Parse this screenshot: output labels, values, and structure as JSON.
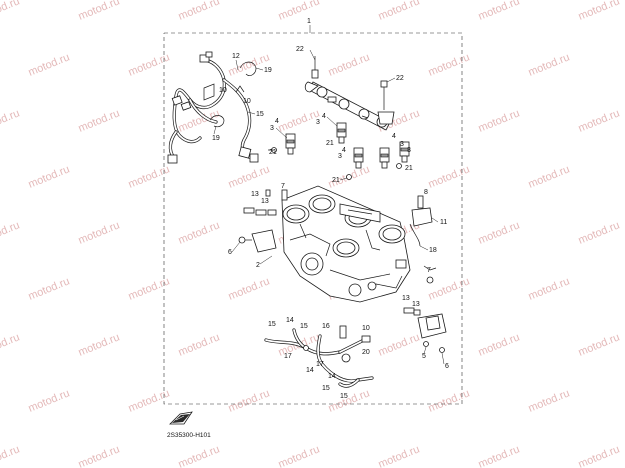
{
  "watermark": {
    "text": "motod.ru",
    "color": "#e4b9b9"
  },
  "diagram_code": "2S35300-H101",
  "labels": {
    "assembly": "1",
    "throttle_body": "2",
    "injector_a": "3",
    "oring_a": "4",
    "sensor_bracket": "5",
    "screw_6a": "6",
    "screw_6b": "6",
    "clip_7a": "7",
    "clip_7b": "7",
    "bolt_8": "8",
    "sensor_10a": "10",
    "sensor_10b": "10",
    "sensor_11": "11",
    "screw_12": "12",
    "screw_13a": "13",
    "screw_13b": "13",
    "hose_14a": "14",
    "hose_14b": "14",
    "hose_14c": "14",
    "hose_15a": "15",
    "hose_15b": "15",
    "hose_15c": "15",
    "hose_15d": "15",
    "hose_15e": "15",
    "tube_16": "16",
    "joint_17a": "17",
    "joint_17b": "17",
    "spring_18": "18",
    "clamp_19a": "19",
    "clamp_19b": "19",
    "clamp_20": "20",
    "screw_21a": "21",
    "screw_21b": "21",
    "screw_21c": "21",
    "bolt_22a": "22",
    "bolt_22b": "22",
    "injector_b": "3",
    "injector_c": "3",
    "oring_b": "4",
    "oring_c": "4",
    "oring_d": "4",
    "injector_d": "3",
    "injector_e": "3"
  }
}
